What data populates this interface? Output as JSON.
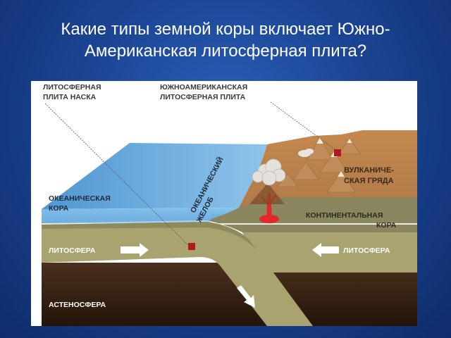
{
  "slide": {
    "title_line1": "Какие типы земной коры включает Южно-",
    "title_line2": "Американская литосферная плита?"
  },
  "diagram": {
    "nazca_plate": [
      "ЛИТОСФЕРНАЯ",
      "ПЛИТА НАСКА"
    ],
    "south_american_plate": [
      "ЮЖНОАМЕРИКАНСКАЯ",
      "ЛИТОСФЕРНАЯ ПЛИТА"
    ],
    "oceanic_trench": [
      "ОКЕАНИЧЕСКИЙ",
      "ЖЕЛОБ"
    ],
    "volcanic_range": [
      "ВУЛКАНИЧЕ-",
      "СКАЯ ГРЯДА"
    ],
    "oceanic_crust": [
      "ОКЕАНИЧЕСКАЯ",
      "КОРА"
    ],
    "continental_crust": [
      "КОНТИНЕНТАЛЬНАЯ",
      "КОРА"
    ],
    "lithosphere_left": "ЛИТОСФЕРА",
    "lithosphere_right": "ЛИТОСФЕРА",
    "asthenosphere": "АСТЕНОСФЕРА"
  },
  "colors": {
    "background": "#1b4594",
    "ocean": "#5fa8de",
    "lithosphere": "#a8a36f",
    "asthenosphere": "#3b2618",
    "continent": "#d4a06a",
    "magma": "#e8262a",
    "label_text": "#3a3a3a"
  }
}
